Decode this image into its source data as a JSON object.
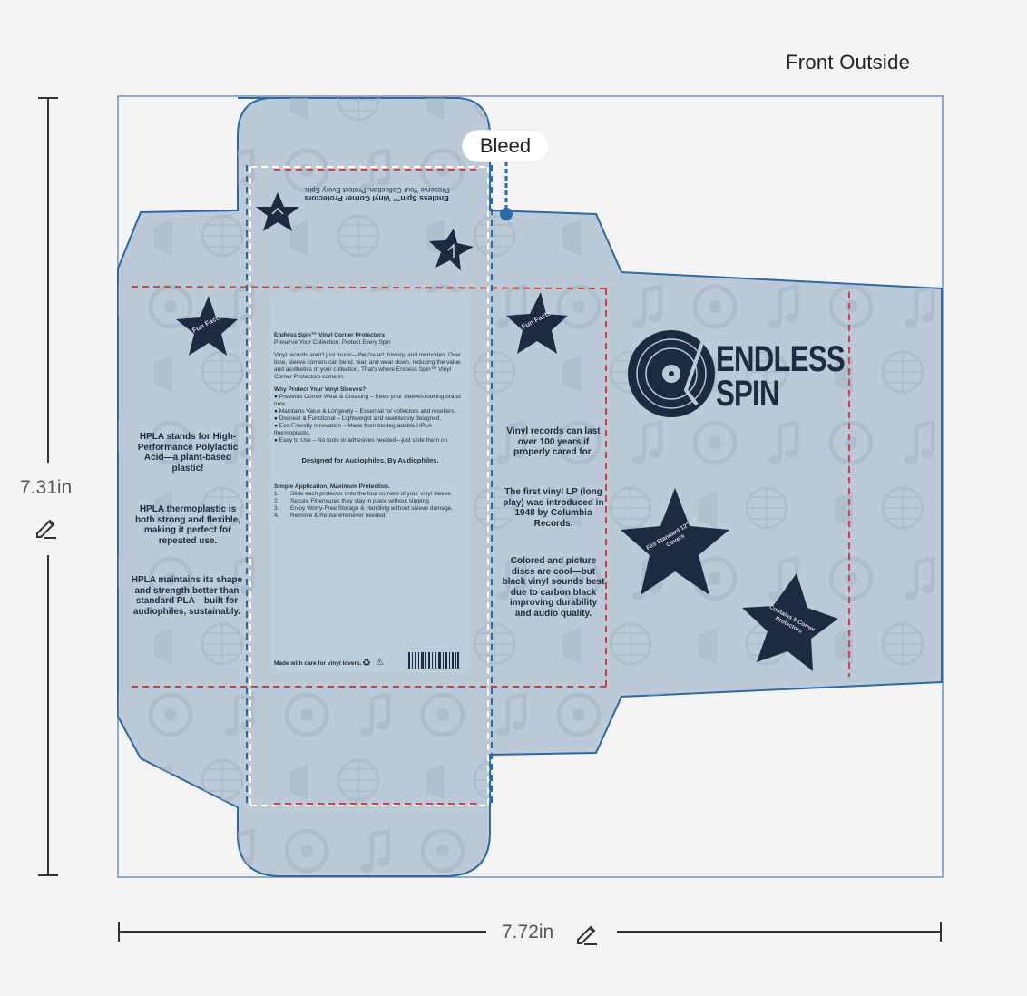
{
  "view": {
    "label": "Front Outside"
  },
  "bleed": {
    "label": "Bleed"
  },
  "dimensions": {
    "height": "7.31in",
    "width": "7.72in"
  },
  "icons": {
    "edit": "pencil-icon",
    "recycle": "recycle-icon",
    "warning": "warning-triangle-icon"
  },
  "colors": {
    "panel": "#bccad8",
    "navy": "#1d2a40",
    "outline": "#2b6aa6",
    "fold_red": "#c9443a",
    "pattern": "#a9b8c7"
  },
  "top_flap": {
    "title": "Endless Spin™ Vinyl Corner Protectors",
    "subtitle": "Preserve Your Collection. Protect Every Spin."
  },
  "left_panel": {
    "star_label": "Fun Facts",
    "facts": [
      "HPLA stands for High-Performance Polylactic Acid—a plant-based plastic!",
      "HPLA thermoplastic is both strong and flexible, making it perfect for repeated use.",
      "HPLA maintains its shape and strength better than standard PLA—built for audiophiles, sustainably."
    ]
  },
  "center_panel": {
    "title": "Endless Spin™ Vinyl Corner Protectors",
    "subtitle": "Preserve Your Collection. Protect Every Spin",
    "intro": "Vinyl records aren't just music—they're art, history, and memories. Over time, sleeve corners can bend, tear, and wear down, reducing the value and aesthetics of your collection. That's where Endless Spin™ Vinyl Corner Protectors come in.",
    "why_title": "Why Protect Your Vinyl Sleeves?",
    "why_items": [
      "Prevents Corner Wear & Creasing – Keep your sleeves looking brand new.",
      "Maintains Value & Longevity – Essential for collectors and resellers.",
      "Discreet & Functional – Lightweight and seamlessly designed.",
      "Eco-Friendly Innovation – Made from biodegradable HPLA thermoplastic.",
      "Easy to Use – No tools or adhesives needed—just slide them on."
    ],
    "tagline": "Designed for Audiophiles, By Audiophiles.",
    "steps_title": "Simple Application, Maximum Protection.",
    "steps": [
      {
        "num": "1.",
        "text": "Slide each protector onto the four corners of your vinyl sleeve."
      },
      {
        "num": "2.",
        "text": "Secure Fit ensures they stay in place without slipping."
      },
      {
        "num": "3.",
        "text": "Enjoy Worry-Free Storage & Handling without sleeve damage."
      },
      {
        "num": "4.",
        "text": "Remove & Reuse whenever needed!"
      }
    ],
    "footer": "Made with care for vinyl lovers."
  },
  "right_panel": {
    "star_label": "Fun Facts",
    "facts": [
      "Vinyl records can last over 100 years if properly cared for.",
      "The first vinyl LP (long play) was introduced in 1948 by Columbia Records.",
      "Colored and picture discs are cool—but black vinyl sounds best due to carbon black improving durability and audio quality."
    ]
  },
  "front_panel": {
    "brand_line1": "ENDLESS",
    "brand_line2": "SPIN",
    "star1_label": "Fits Standard 12\" LP Covers",
    "star2_label": "Contains 8 Corner Protectors"
  }
}
